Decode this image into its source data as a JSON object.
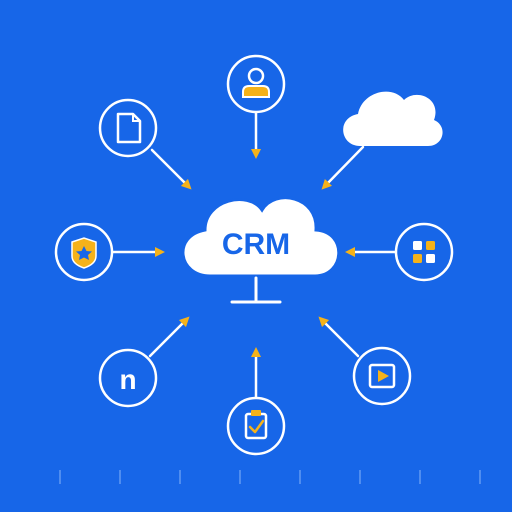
{
  "hub": {
    "label": "CRM",
    "icon": "cloud-icon",
    "base_icon": "monitor-stand-icon"
  },
  "nodes": [
    {
      "id": "user",
      "icon": "user-icon"
    },
    {
      "id": "cloud-storage",
      "icon": "cloud-icon"
    },
    {
      "id": "apps",
      "icon": "grid-apps-icon"
    },
    {
      "id": "video",
      "icon": "play-icon"
    },
    {
      "id": "tasks",
      "icon": "clipboard-check-icon"
    },
    {
      "id": "brand",
      "icon": "letter-n-icon",
      "glyph": "n"
    },
    {
      "id": "security",
      "icon": "shield-badge-icon"
    },
    {
      "id": "documents",
      "icon": "document-icon"
    }
  ],
  "colors": {
    "background": "#1766e8",
    "line": "#ffffff",
    "accent": "#f5b21a",
    "hub_text": "#1766e8"
  }
}
